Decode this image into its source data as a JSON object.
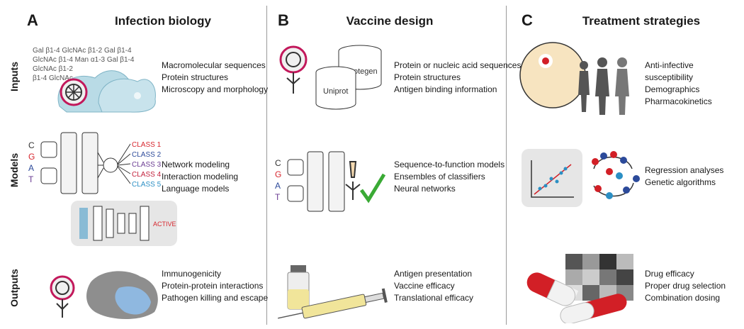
{
  "panels": [
    {
      "letter": "A",
      "title": "Infection biology"
    },
    {
      "letter": "B",
      "title": "Vaccine design"
    },
    {
      "letter": "C",
      "title": "Treatment strategies"
    }
  ],
  "rows": {
    "inputs": "Inputs",
    "models": "Models",
    "outputs": "Outputs"
  },
  "glycan_text": [
    "Gal β1-4 GlcNAc β1-2 Gal β1-4",
    "GlcNAc β1-4 Man α1-3 Gal β1-4",
    "GlcNAc β1-2",
    "β1-4 GlcNAc"
  ],
  "sequence_letters": [
    "C",
    "G",
    "A",
    "T"
  ],
  "classes": [
    "CLASS 1",
    "CLASS 2",
    "CLASS 3",
    "CLASS 4",
    "CLASS 5"
  ],
  "active_label": "ACTIVE",
  "databases": {
    "protegen": "Protegen",
    "uniprot": "Uniprot"
  },
  "A": {
    "inputs": [
      "Macromolecular sequences",
      "Protein structures",
      "Microscopy and morphology"
    ],
    "models": [
      "Network modeling",
      "Interaction modeling",
      "Language models"
    ],
    "outputs": [
      "Immunogenicity",
      "Protein-protein interactions",
      "Pathogen killing and escape"
    ]
  },
  "B": {
    "inputs": [
      "Protein or nucleic acid sequences",
      "Protein structures",
      "Antigen binding information"
    ],
    "models": [
      "Sequence-to-function models",
      "Ensembles of classifiers",
      "Neural networks"
    ],
    "outputs": [
      "Antigen presentation",
      "Vaccine efficacy",
      "Translational efficacy"
    ]
  },
  "C": {
    "inputs": [
      "Anti-infective susceptibility",
      "Demographics",
      "Pharmacokinetics"
    ],
    "models": [
      "Regression analyses",
      "Genetic algorithms"
    ],
    "outputs": [
      "Drug efficacy",
      "Proper drug selection",
      "Combination dosing"
    ]
  },
  "colors": {
    "class1": "#d7262e",
    "class2": "#2c4a9a",
    "class3": "#6a3b92",
    "class4": "#c21f3a",
    "class5": "#2b8fc4",
    "check": "#3aaa35",
    "cell": "#b9dbe6",
    "pill_red": "#d21f26",
    "virus": "#c2185b"
  }
}
